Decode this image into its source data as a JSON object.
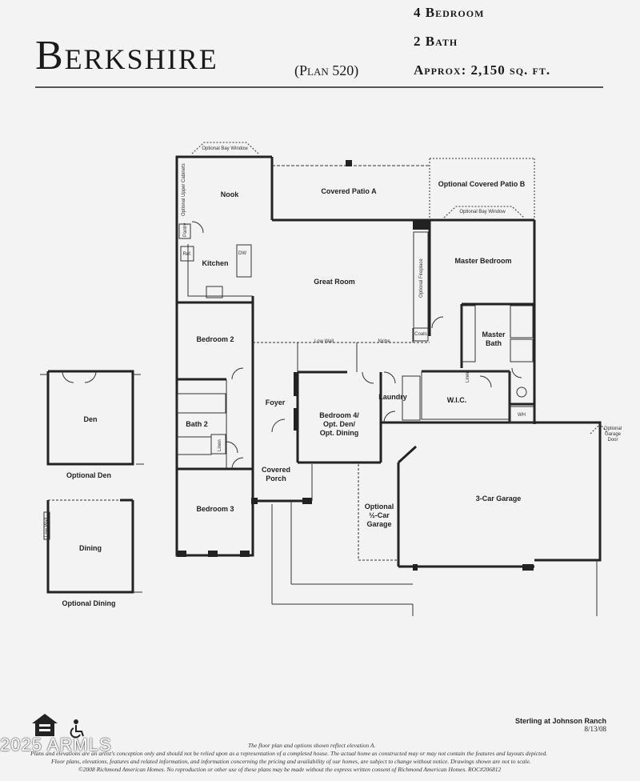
{
  "header": {
    "title": "Berkshire",
    "plan": "(Plan 520)",
    "bedrooms": "4 Bedroom",
    "baths": "2 Bath",
    "area": "Approx: 2,150 sq. ft."
  },
  "rooms": {
    "nook": "Nook",
    "kitchen": "Kitchen",
    "covered_patio_a": "Covered Patio A",
    "optional_covered_patio_b": "Optional Covered Patio B",
    "great_room": "Great Room",
    "master_bedroom": "Master Bedroom",
    "master_bath": [
      "Master",
      "Bath"
    ],
    "bedroom_2": "Bedroom 2",
    "bath_2": "Bath 2",
    "foyer": "Foyer",
    "bedroom_4": [
      "Bedroom 4/",
      "Opt. Den/",
      "Opt. Dining"
    ],
    "laundry": "Laundry",
    "wic": "W.I.C.",
    "covered_porch": [
      "Covered",
      "Porch"
    ],
    "bedroom_3": "Bedroom 3",
    "optional_half_garage": [
      "Optional",
      "½-Car",
      "Garage"
    ],
    "three_car_garage": "3-Car Garage",
    "den": "Den",
    "dining": "Dining"
  },
  "small_labels": {
    "optional_bay_window_nook": "Optional Bay Window",
    "optional_bay_window_master": "Optional Bay Window",
    "optional_upper_cabinets": "Optional Upper Cabinets",
    "pantry": "Pantry",
    "refrigerator": "Ref.",
    "dishwasher": "DW",
    "optional_fireplace": "Optional Fireplace",
    "low_wall": "Low Wall",
    "niche": "Niche",
    "coats": "Coats",
    "linen_hall": "Linen",
    "linen_master": "Linen",
    "water_heater": "WH",
    "optional_garage_door": [
      "Optional",
      "Garage",
      "Door"
    ],
    "low_wall_dining": "Low Wall"
  },
  "captions": {
    "optional_den": "Optional Den",
    "optional_dining": "Optional Dining"
  },
  "community": {
    "name": "Sterling at Johnson Ranch",
    "date": "8/13/08"
  },
  "footer": {
    "line1": "The floor plan and options shown reflect elevation A.",
    "line2": "Plans and elevations are an artist's conception only and should not be relied upon as a representation of a completed house. The actual home as constructed may or may not contain the features and layouts depicted.",
    "line3": "Floor plans, elevations, features and related information, and information concerning the pricing and availability of our homes, are subject to change without notice. Drawings shown are not to scale.",
    "line4": "©2008 Richmond American Homes. No reproduction or other use of these plans may be made without the express written consent of Richmond American Homes. ROC#206812"
  },
  "watermark": "2025 ARMLS",
  "icons": [
    "equal-housing-icon",
    "accessibility-icon"
  ]
}
